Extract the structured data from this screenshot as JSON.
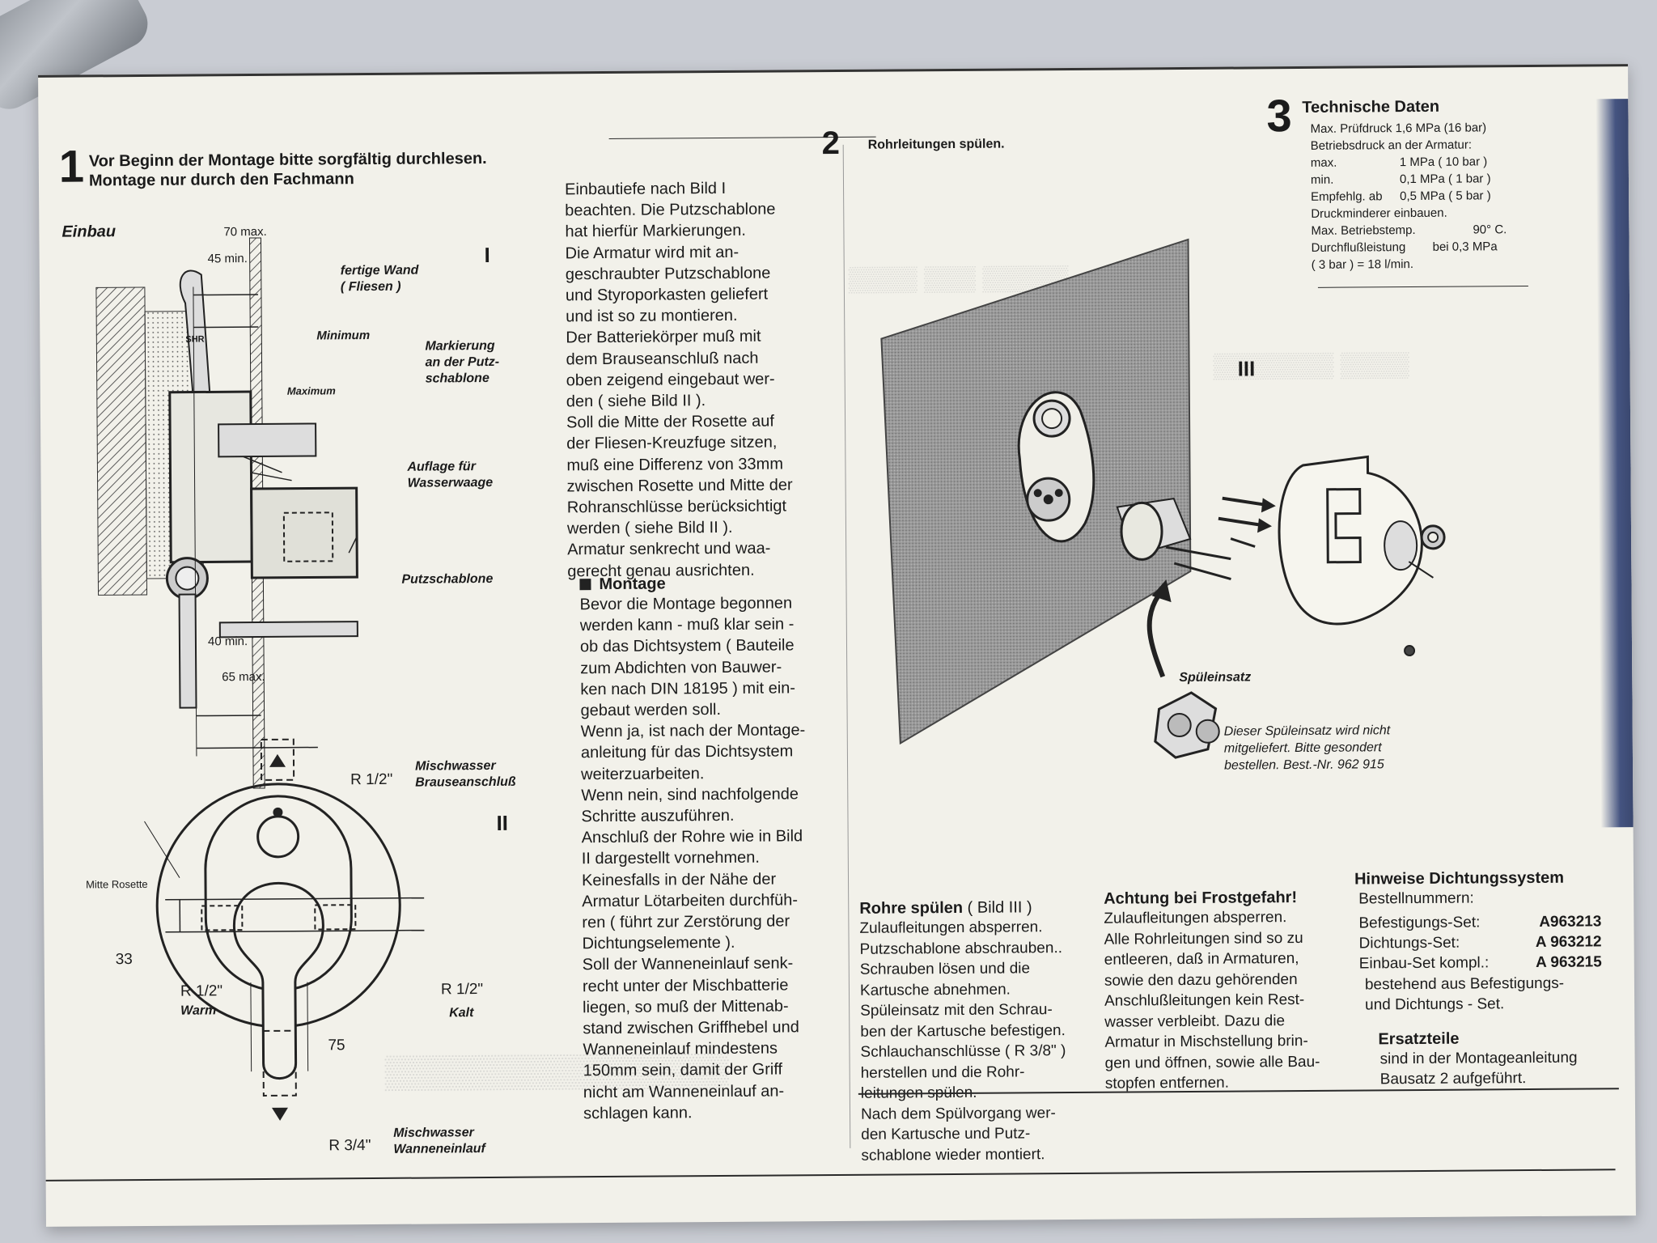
{
  "section1": {
    "number": "1",
    "heading_line1": "Vor Beginn der Montage bitte sorgfältig durchlesen.",
    "heading_line2": "Montage nur durch den Fachmann",
    "einbau_label": "Einbau",
    "roman_I": "I",
    "dims": {
      "d70": "70 max.",
      "d45": "45 min.",
      "d40": "40 min.",
      "d65": "65 max."
    },
    "labels": {
      "fertige_wand": "fertige Wand\n( Fliesen )",
      "minimum": "Minimum",
      "maximum": "Maximum",
      "markierung": "Markierung\nan der Putz-\nschablone",
      "auflage": "Auflage für\nWasserwaage",
      "putzschablone": "Putzschablone",
      "shr": "SHR"
    },
    "text_col": "Einbautiefe nach  Bild I\nbeachten. Die Putzschablone\nhat hierfür Markierungen.\nDie Armatur wird mit an-\ngeschraubter Putzschablone\nund Styroporkasten geliefert\nund ist so zu montieren.\nDer Batteriekörper muß mit\ndem Brauseanschluß nach\noben zeigend eingebaut wer-\nden ( siehe Bild II ).\nSoll die Mitte der Rosette auf\nder Fliesen-Kreuzfuge sitzen,\nmuß eine Differenz von 33mm\nzwischen Rosette und Mitte der\nRohranschlüsse berücksichtigt\nwerden ( siehe Bild II ).\nArmatur senkrecht und waa-\ngerecht genau ausrichten.",
    "montage_heading": "Montage",
    "montage_text": "Bevor die Montage begonnen\nwerden kann - muß klar sein -\nob das Dichtsystem ( Bauteile\nzum Abdichten von Bauwer-\nken nach DIN 18195 ) mit ein-\ngebaut werden soll.\nWenn ja, ist nach der Montage-\nanleitung für das Dichtsystem\nweiterzuarbeiten.\nWenn nein, sind nachfolgende\nSchritte auszuführen.\nAnschluß der Rohre wie in Bild\nII dargestellt vornehmen.\nKeinesfalls in der Nähe der\nArmatur Lötarbeiten durchfüh-\nren ( führt zur Zerstörung der\nDichtungselemente ).\nSoll der Wanneneinlauf senk-\nrecht unter der Mischbatterie\nliegen, so muß der Mittenab-\nstand zwischen Griffhebel und\nWanneneinlauf mindestens\n150mm sein, damit der Griff\nnicht am Wanneneinlauf an-\nschlagen kann."
  },
  "diagram2": {
    "roman_II": "II",
    "r_top": "R 1/2\"",
    "mischwasser_brause": "Mischwasser\nBrauseanschluß",
    "mitte_rosette": "Mitte Rosette",
    "d33": "33",
    "r_warm": "R 1/2\"",
    "warm": "Warm",
    "r_kalt": "R 1/2\"",
    "kalt": "Kalt",
    "d75": "75",
    "r_bottom": "R 3/4\"",
    "mischwasser_wanne": "Mischwasser\nWanneneinlauf"
  },
  "section2": {
    "number": "2",
    "heading": "Rohrleitungen spülen.",
    "roman_III": "III",
    "spuleinsatz": "Spüleinsatz",
    "note": "Dieser Spüleinsatz wird nicht\nmitgeliefert. Bitte gesondert\nbestellen.  Best.-Nr. 962 915",
    "rohre_heading": "Rohre spülen",
    "rohre_ref": "( Bild III )",
    "rohre_text": "Zulaufleitungen absperren.\nPutzschablone abschrauben..\nSchrauben  lösen  und  die\nKartusche abnehmen.\nSpüleinsatz mit den Schrau-\nben der Kartusche befestigen.\nSchlauchanschlüsse ( R 3/8\" )\nherstellen  und  die  Rohr-\nleitungen spülen.\nNach dem Spülvorgang wer-\nden  Kartusche  und  Putz-\nschablone wieder montiert.",
    "frost_heading": "Achtung bei Frostgefahr!",
    "frost_text": "Zulaufleitungen absperren.\nAlle Rohrleitungen sind so zu\nentleeren, daß in Armaturen,\nsowie den dazu gehörenden\nAnschlußleitungen kein Rest-\nwasser verbleibt. Dazu die\nArmatur in Mischstellung brin-\ngen und öffnen, sowie alle Bau-\nstopfen entfernen."
  },
  "section3": {
    "number": "3",
    "heading": "Technische Daten",
    "pruefdruck": "Max. Prüfdruck  1,6 MPa (16 bar)",
    "betriebsdruck": "Betriebsdruck an der Armatur:",
    "rows": [
      {
        "label": "max.",
        "value": "1 MPa ( 10 bar )"
      },
      {
        "label": "min.",
        "value": "0,1 MPa (  1 bar )"
      },
      {
        "label": "Empfehlg. ab",
        "value": "0,5 MPa (  5 bar )"
      }
    ],
    "druckminderer": "Druckminderer einbauen.",
    "betriebstemp_label": "Max. Betriebstemp.",
    "betriebstemp_value": "90° C.",
    "durchfluss_label": "Durchflußleistung",
    "durchfluss_value": "bei 0,3 MPa",
    "durchfluss_line2": "( 3 bar ) = 18 l/min.",
    "hinweise_heading": "Hinweise  Dichtungssystem",
    "bestellnummern": "Bestellnummern:",
    "codes": [
      {
        "label": "Befestigungs-Set:",
        "code": "A963213"
      },
      {
        "label": "Dichtungs-Set:",
        "code": "A 963212"
      },
      {
        "label": "Einbau-Set kompl.:",
        "code": "A 963215"
      }
    ],
    "bestehend": "bestehend aus Befestigungs-\nund Dichtungs - Set.",
    "ersatz_heading": "Ersatzteile",
    "ersatz_text": "sind in der Montageanleitung\nBausatz 2 aufgeführt."
  },
  "colors": {
    "paper": "#f2f1ea",
    "ink": "#1b1b1b",
    "background": "#c9ccd3",
    "wall_hatch": "#5a5a5a"
  }
}
